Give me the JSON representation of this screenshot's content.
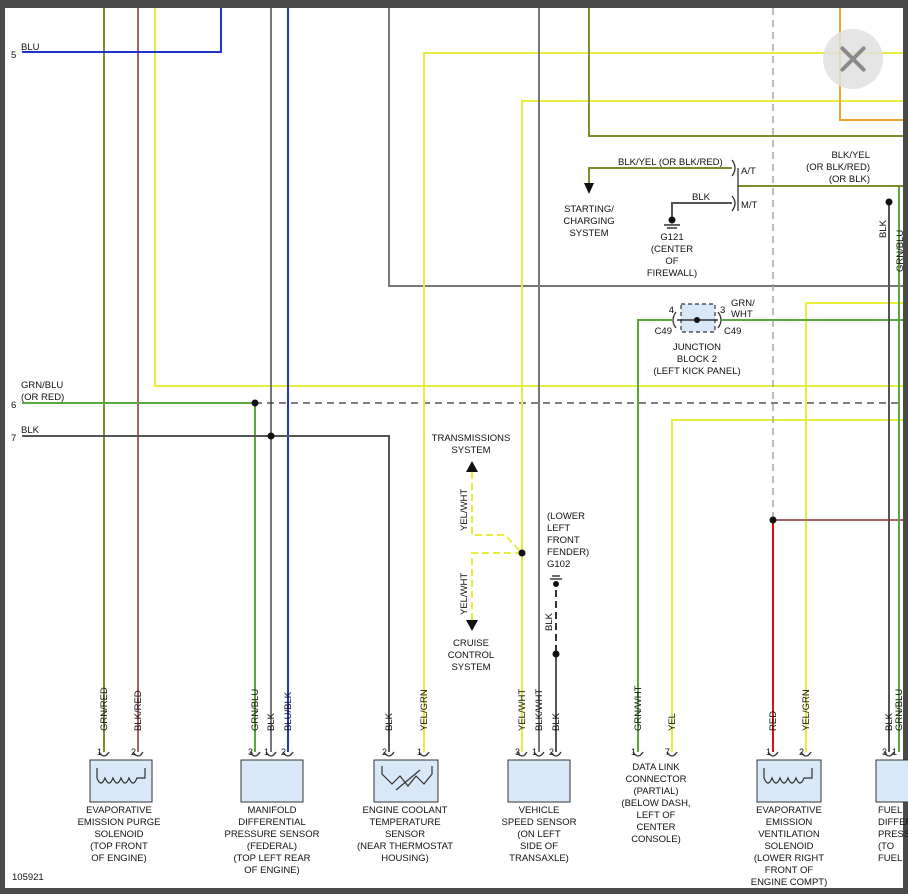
{
  "close_button_label": "Close",
  "figure_id": "105921",
  "circuits": [
    {
      "no": "5",
      "label": "BLU"
    },
    {
      "no": "6",
      "label1": "GRN/BLU",
      "label2": "(OR RED)"
    },
    {
      "no": "7",
      "label": "BLK"
    }
  ],
  "colors": {
    "blu": "#2233c8",
    "grn": "#5aa83c",
    "brn": "#a86565",
    "olive": "#7e8c2e",
    "yel": "#e8ec3c",
    "gry": "#777777",
    "red": "#e01010",
    "org": "#f0a22c",
    "blk": "#333333"
  },
  "starting": {
    "bkyel_label": "BLK/YEL (OR BLK/RED)",
    "at_label": "A/T",
    "blk_label": "BLK",
    "mt_label": "M/T",
    "dest": [
      "STARTING/",
      "CHARGING",
      "SYSTEM"
    ],
    "ground": [
      "G121",
      "(CENTER",
      "OF",
      "FIREWALL)"
    ]
  },
  "right_wires": {
    "blkyel": [
      "BLK/YEL",
      "(OR BLK/RED)",
      "(OR BLK)"
    ],
    "blk": "BLK",
    "grnblu": "GRN/BLU"
  },
  "junction": {
    "pin_left": "4",
    "pin_right": "3",
    "c_left": "C49",
    "c_right": "C49",
    "wire": [
      "GRN/",
      "WHT"
    ],
    "name": [
      "JUNCTION",
      "BLOCK 2",
      "(LEFT KICK PANEL)"
    ]
  },
  "trans": {
    "dest_top": [
      "TRANSMISSIONS",
      "SYSTEM"
    ],
    "dest_bottom": [
      "CRUISE",
      "CONTROL",
      "SYSTEM"
    ],
    "wire_label": "YEL/WHT"
  },
  "g102": {
    "lines": [
      "(LOWER",
      "LEFT",
      "FRONT",
      "FENDER)",
      "G102"
    ],
    "wire_label": "BLK"
  },
  "components": [
    {
      "pins": [
        "1",
        "2"
      ],
      "wires": [
        "GRN/RED",
        "BLK/RED"
      ],
      "name": [
        "EVAPORATIVE",
        "EMISSION PURGE",
        "SOLENOID",
        "(TOP FRONT",
        "OF ENGINE)"
      ]
    },
    {
      "pins": [
        "3",
        "1",
        "2"
      ],
      "wires": [
        "GRN/BLU",
        "BLK",
        "BLU/BLK"
      ],
      "name": [
        "MANIFOLD",
        "DIFFERENTIAL",
        "PRESSURE SENSOR",
        "(FEDERAL)",
        "(TOP LEFT REAR",
        "OF ENGINE)"
      ]
    },
    {
      "pins": [
        "2",
        "1"
      ],
      "wires": [
        "BLK",
        "YEL/GRN"
      ],
      "name": [
        "ENGINE COOLANT",
        "TEMPERATURE",
        "SENSOR",
        "(NEAR THERMOSTAT",
        "HOUSING)"
      ]
    },
    {
      "pins": [
        "3",
        "1",
        "2"
      ],
      "wires": [
        "YEL/WHT",
        "BLK/WHT",
        "BLK"
      ],
      "name": [
        "VEHICLE",
        "SPEED SENSOR",
        "(ON LEFT",
        "SIDE OF",
        "TRANSAXLE)"
      ]
    },
    {
      "pins": [
        "1",
        "7"
      ],
      "wires": [
        "GRN/WHT",
        "YEL"
      ],
      "name": [
        "DATA LINK",
        "CONNECTOR",
        "(PARTIAL)",
        "(BELOW DASH,",
        "LEFT OF",
        "CENTER",
        "CONSOLE)"
      ]
    },
    {
      "pins": [
        "1",
        "2"
      ],
      "wires": [
        "RED",
        "YEL/GRN"
      ],
      "name": [
        "EVAPORATIVE",
        "EMISSION",
        "VENTILATION",
        "SOLENOID",
        "(LOWER RIGHT",
        "FRONT OF",
        "ENGINE COMPT)"
      ]
    },
    {
      "pins": [
        "3",
        "1"
      ],
      "wires": [
        "BLK",
        "GRN/BLU"
      ],
      "name": [
        "FUEL",
        "DIFFER",
        "PRESSUR",
        "(TO",
        "FUEL"
      ]
    }
  ]
}
